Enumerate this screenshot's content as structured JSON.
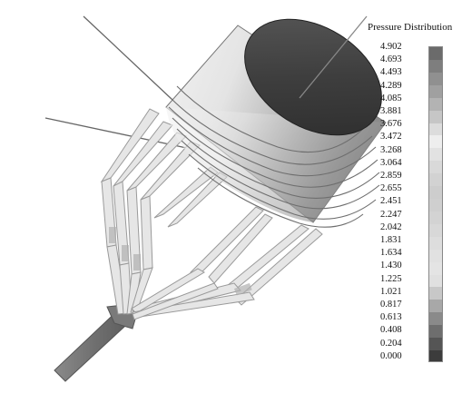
{
  "legend": {
    "title": "Pressure Distribution",
    "values": [
      "4.902",
      "4.693",
      "4.493",
      "4.289",
      "4.085",
      "3.881",
      "3.676",
      "3.472",
      "3.268",
      "3.064",
      "2.859",
      "2.655",
      "2.451",
      "2.247",
      "2.042",
      "1.831",
      "1.634",
      "1.430",
      "1.225",
      "1.021",
      "0.817",
      "0.613",
      "0.408",
      "0.204",
      "0.000"
    ],
    "colors": [
      "#6b6b6b",
      "#7e7e7e",
      "#909090",
      "#a0a0a0",
      "#b3b3b3",
      "#c6c6c6",
      "#dcdcdc",
      "#eeeeee",
      "#e2e2e2",
      "#d9d9d9",
      "#d2d2d2",
      "#cdcdcd",
      "#cfcfcf",
      "#d3d3d3",
      "#d8d8d8",
      "#dddddd",
      "#e1e1e1",
      "#e4e4e4",
      "#e0e0e0",
      "#c8c8c8",
      "#a8a8a8",
      "#8a8a8a",
      "#6e6e6e",
      "#555555",
      "#3c3c3c"
    ]
  }
}
